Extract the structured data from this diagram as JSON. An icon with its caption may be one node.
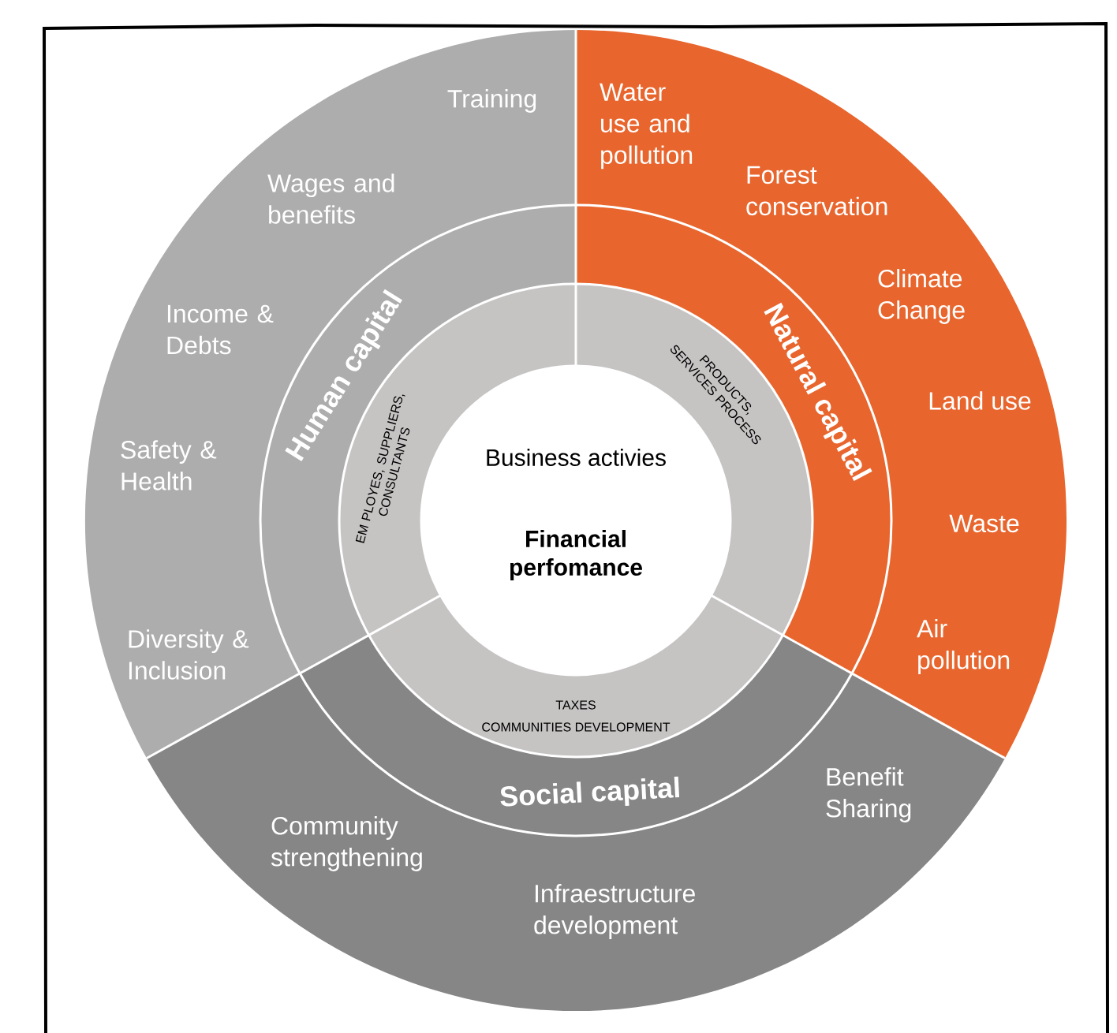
{
  "diagram": {
    "nodes": [
      {
        "text": [
          "Human capital",
          "Training",
          "Wages and benefits",
          "Income & Debts",
          "Safety & Health",
          "Diversity & Inclusion"
        ]
      },
      {
        "text": [
          "Natural capital",
          "Water use and pollution",
          "Forest conservation",
          "Climate Change",
          "Land use",
          "Waste",
          "Air pollution"
        ]
      },
      {
        "text": [
          "Social capital",
          "Benefit Sharing",
          "Community strengthening",
          "Infraestructure development"
        ]
      },
      {
        "text": [
          "EM PLOYES, SUPPLIERS, CONSULTANTS"
        ]
      },
      {
        "text": [
          "PRODUCTS, SERVICES PROCESS"
        ]
      },
      {
        "text": [
          "TAXES",
          "COMMUNITIES DEVELOPMENT"
        ]
      },
      {
        "text": [
          "Business activies",
          "Financial perfomance"
        ]
      }
    ],
    "edges": []
  }
}
